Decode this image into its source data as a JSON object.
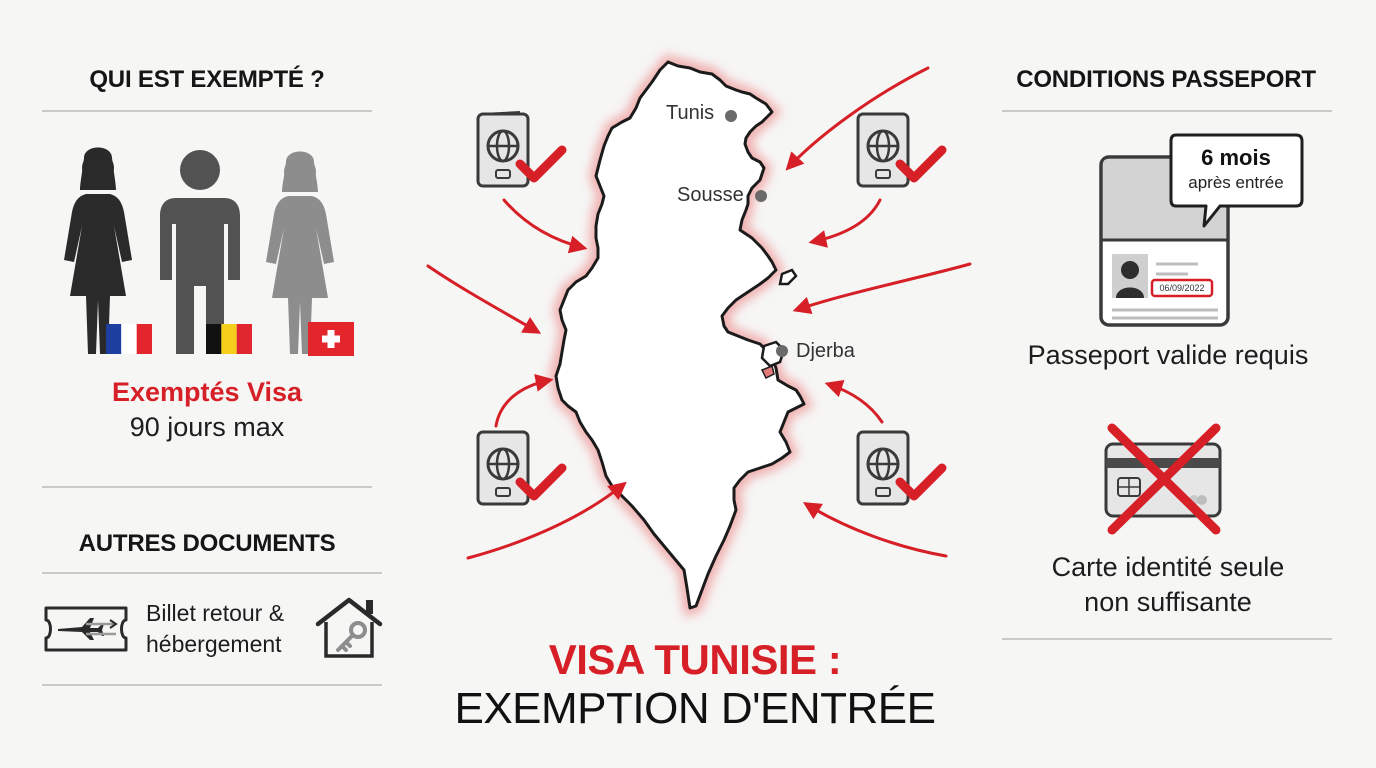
{
  "left": {
    "exempt_title": "QUI EST EXEMPTÉ ?",
    "exempt_headline": "Exemptés Visa",
    "exempt_duration": "90 jours max",
    "docs_title": "AUTRES DOCUMENTS",
    "docs_text_line1": "Billet retour &",
    "docs_text_line2": "hébergement"
  },
  "right": {
    "passport_title": "CONDITIONS PASSEPORT",
    "bubble_strong": "6 mois",
    "bubble_small": "après entrée",
    "passport_date": "06/09/2022",
    "passport_caption": "Passeport valide requis",
    "id_caption_line1": "Carte identité seule",
    "id_caption_line2": "non suffisante"
  },
  "map": {
    "cities": [
      "Tunis",
      "Sousse",
      "Djerba"
    ]
  },
  "main_title": {
    "line1": "VISA TUNISIE :",
    "line2": "EXEMPTION D'ENTRÉE"
  },
  "colors": {
    "accent_red": "#d61f26",
    "dark": "#1d1d1d",
    "grey": "#8d8d8d"
  },
  "icons": [
    "woman-icon",
    "man-icon",
    "woman-icon",
    "france-flag-icon",
    "belgium-flag-icon",
    "switzerland-flag-icon",
    "passport-check-icon",
    "plane-ticket-icon",
    "house-key-icon",
    "passport-document-icon",
    "id-card-crossed-icon"
  ]
}
